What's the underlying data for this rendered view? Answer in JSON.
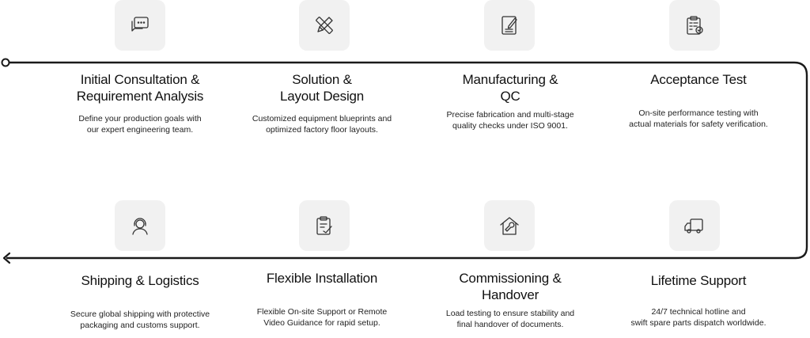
{
  "steps": [
    {
      "title": "Initial Consultation &\nRequirement Analysis",
      "desc": "Define your production goals with\nour expert engineering team.",
      "icon": "chat-bubble-icon"
    },
    {
      "title": "Solution &\nLayout Design",
      "desc": "Customized equipment blueprints and\noptimized factory floor layouts.",
      "icon": "ruler-pencil-icon"
    },
    {
      "title": "Manufacturing &\nQC",
      "desc": "Precise fabrication and multi-stage\nquality checks under ISO 9001.",
      "icon": "document-pen-icon"
    },
    {
      "title": "Acceptance Test",
      "desc": "On-site performance testing with\nactual materials for safety verification.",
      "icon": "clipboard-check-icon"
    },
    {
      "title": "Shipping & Logistics",
      "desc": "Secure global shipping with protective\npackaging and customs support.",
      "icon": "headset-agent-icon"
    },
    {
      "title": "Flexible Installation",
      "desc": "Flexible On-site Support or Remote\nVideo Guidance for rapid setup.",
      "icon": "checklist-icon"
    },
    {
      "title": "Commissioning &\nHandover",
      "desc": "Load testing to ensure stability and\nfinal handover of documents.",
      "icon": "house-wrench-icon"
    },
    {
      "title": "Lifetime Support",
      "desc": "24/7 technical hotline and\nswift spare parts dispatch worldwide.",
      "icon": "delivery-truck-icon"
    }
  ],
  "colors": {
    "line": "#1a1a1a",
    "icon_bg": "#f1f1f1",
    "icon_stroke": "#333333"
  }
}
